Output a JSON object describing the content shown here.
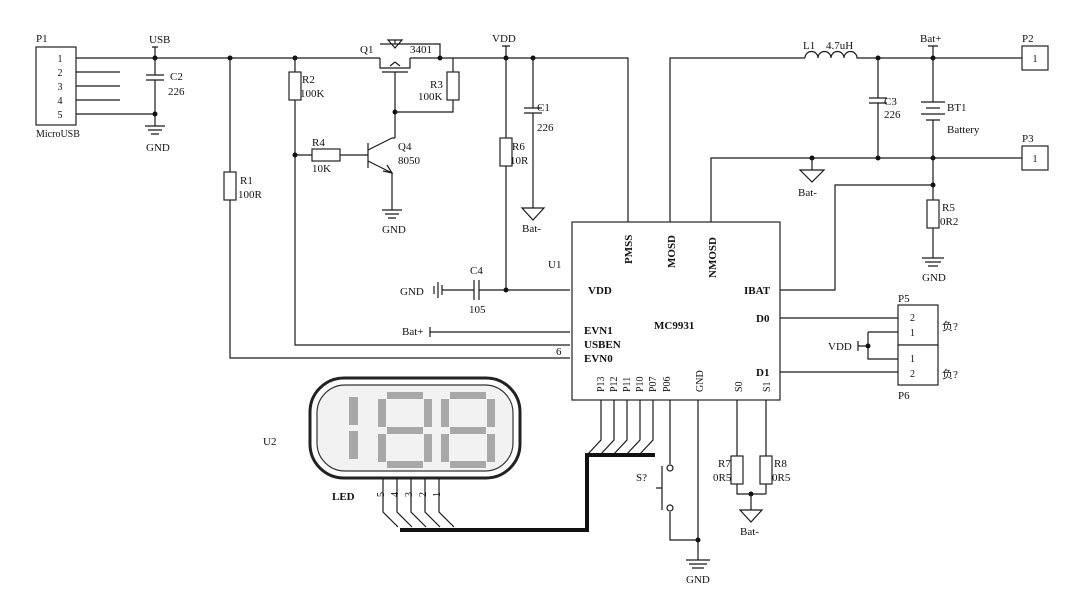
{
  "connectors": {
    "p1": {
      "ref": "P1",
      "name": "MicroUSB",
      "pins": [
        "1",
        "2",
        "3",
        "4",
        "5"
      ]
    },
    "p2": {
      "ref": "P2",
      "pin": "1"
    },
    "p3": {
      "ref": "P3",
      "pin": "1"
    },
    "p5": {
      "ref": "P5",
      "pins": [
        "2",
        "1"
      ],
      "note": "负?"
    },
    "p6": {
      "ref": "P6",
      "pins": [
        "1",
        "2"
      ],
      "note": "负?"
    }
  },
  "nets": {
    "usb": "USB",
    "vdd": "VDD",
    "bat_plus": "Bat+",
    "bat_minus": "Bat-",
    "gnd": "GND"
  },
  "parts": {
    "c2": {
      "ref": "C2",
      "value": "226"
    },
    "c1": {
      "ref": "C1",
      "value": "226"
    },
    "c3": {
      "ref": "C3",
      "value": "226"
    },
    "c4": {
      "ref": "C4",
      "value": "105"
    },
    "r1": {
      "ref": "R1",
      "value": "100R"
    },
    "r2": {
      "ref": "R2",
      "value": "100K"
    },
    "r3": {
      "ref": "R3",
      "value": "100K"
    },
    "r4": {
      "ref": "R4",
      "value": "10K"
    },
    "r5": {
      "ref": "R5",
      "value": "0R2"
    },
    "r6": {
      "ref": "R6",
      "value": "10R"
    },
    "r7": {
      "ref": "R7",
      "value": "0R5"
    },
    "r8": {
      "ref": "R8",
      "value": "0R5"
    },
    "q1": {
      "ref": "Q1",
      "value": "3401"
    },
    "q4": {
      "ref": "Q4",
      "value": "8050"
    },
    "l1": {
      "ref": "L1",
      "value": "4.7uH"
    },
    "bt1": {
      "ref": "BT1",
      "value": "Battery"
    },
    "sw": {
      "ref": "S?"
    }
  },
  "ic": {
    "ref": "U1",
    "name": "MC9931",
    "left_pins": [
      "VDD",
      "EVN1",
      "USBEN",
      "EVN0"
    ],
    "top_pins": [
      "PMSS",
      "MOSD",
      "NMOSD"
    ],
    "right_pins": [
      "IBAT",
      "D0",
      "D1"
    ],
    "bottom_pins": [
      "P13",
      "P12",
      "P11",
      "P10",
      "P07",
      "P06",
      "GND",
      "S0",
      "S1"
    ],
    "evn0_wire_label": "6"
  },
  "led": {
    "ref": "U2",
    "label": "LED",
    "digits": "188",
    "pins": [
      "5",
      "4",
      "3",
      "2",
      "1"
    ]
  }
}
